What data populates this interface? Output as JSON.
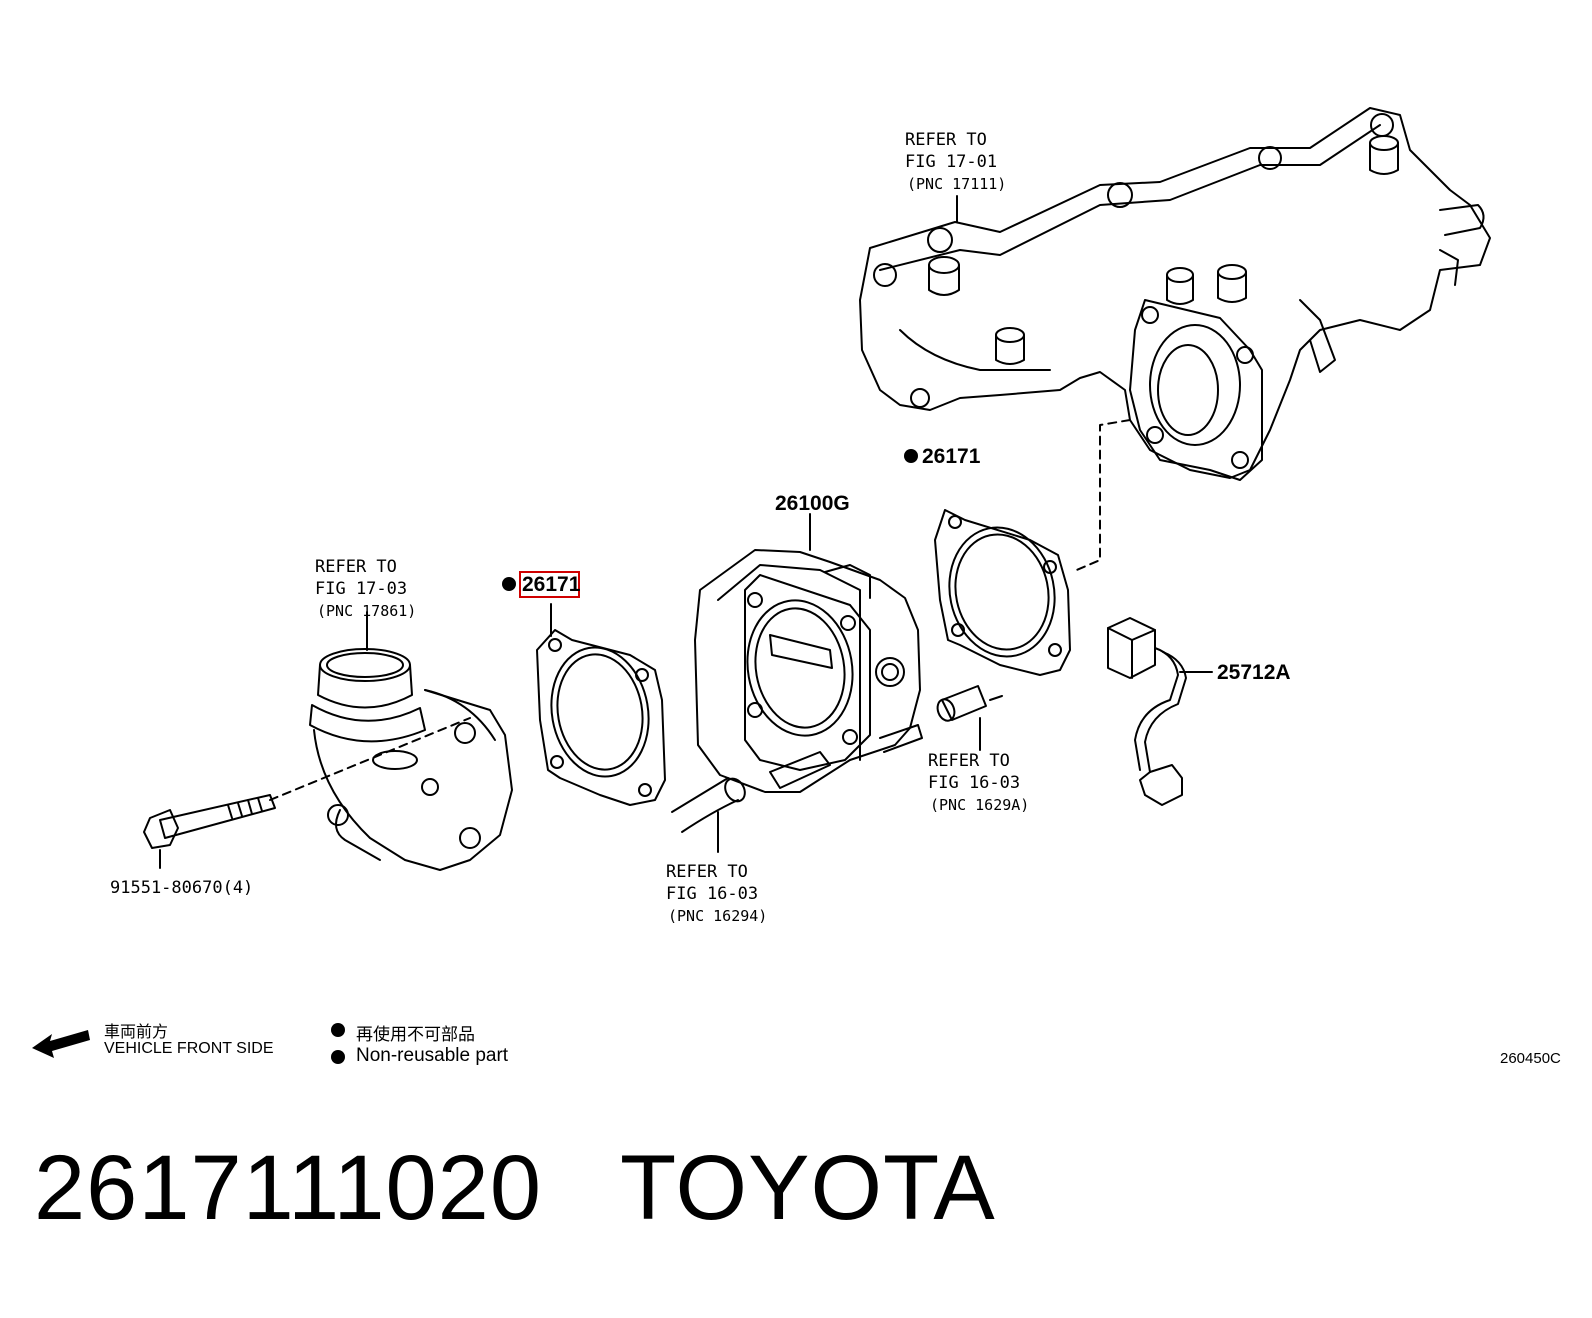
{
  "refs": {
    "manifold": [
      "REFER TO",
      "FIG 17-01",
      "(PNC 17111)"
    ],
    "inlet": [
      "REFER TO",
      "FIG 17-03",
      "(PNC 17861)"
    ],
    "hose_lower": [
      "REFER TO",
      "FIG 16-03",
      "(PNC 16294)"
    ],
    "hose_right": [
      "REFER TO",
      "FIG 16-03",
      "(PNC 1629A)"
    ]
  },
  "callouts": {
    "gasket_left": "26171",
    "gasket_right": "26171",
    "throttle_body": "26100G",
    "sensor": "25712A",
    "bolt": "91551-80670(4)"
  },
  "legend": {
    "direction_jp": "車両前方",
    "direction_en": "VEHICLE FRONT SIDE",
    "nonreuse_jp": "再使用不可部品",
    "nonreuse_en": "Non-reusable part"
  },
  "figure_code": "260450C",
  "title": "2617111020   TOYOTA",
  "colors": {
    "line": "#000000",
    "highlight": "#d00000"
  }
}
